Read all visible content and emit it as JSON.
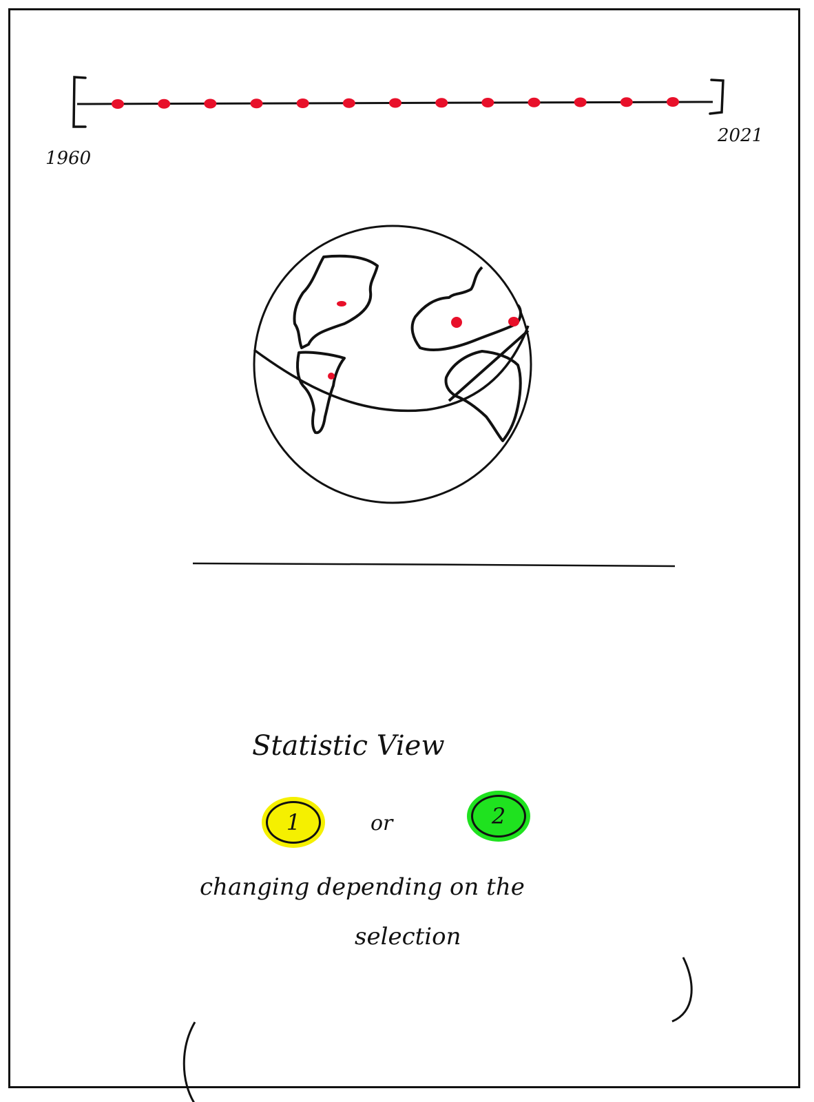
{
  "timeline": {
    "start_label": "1960",
    "end_label": "2021",
    "marker_count": 13,
    "marker_color": "#e8102a"
  },
  "globe": {
    "region_marker_color": "#e8102a"
  },
  "statistic": {
    "title": "Statistic View",
    "option_1": "1",
    "option_1_color": "#f5f000",
    "separator": "or",
    "option_2": "2",
    "option_2_color": "#1fe21f",
    "note_line_1": "changing depending on the",
    "note_line_2": "selection"
  },
  "colors": {
    "stroke": "#111111",
    "background": "#ffffff"
  }
}
